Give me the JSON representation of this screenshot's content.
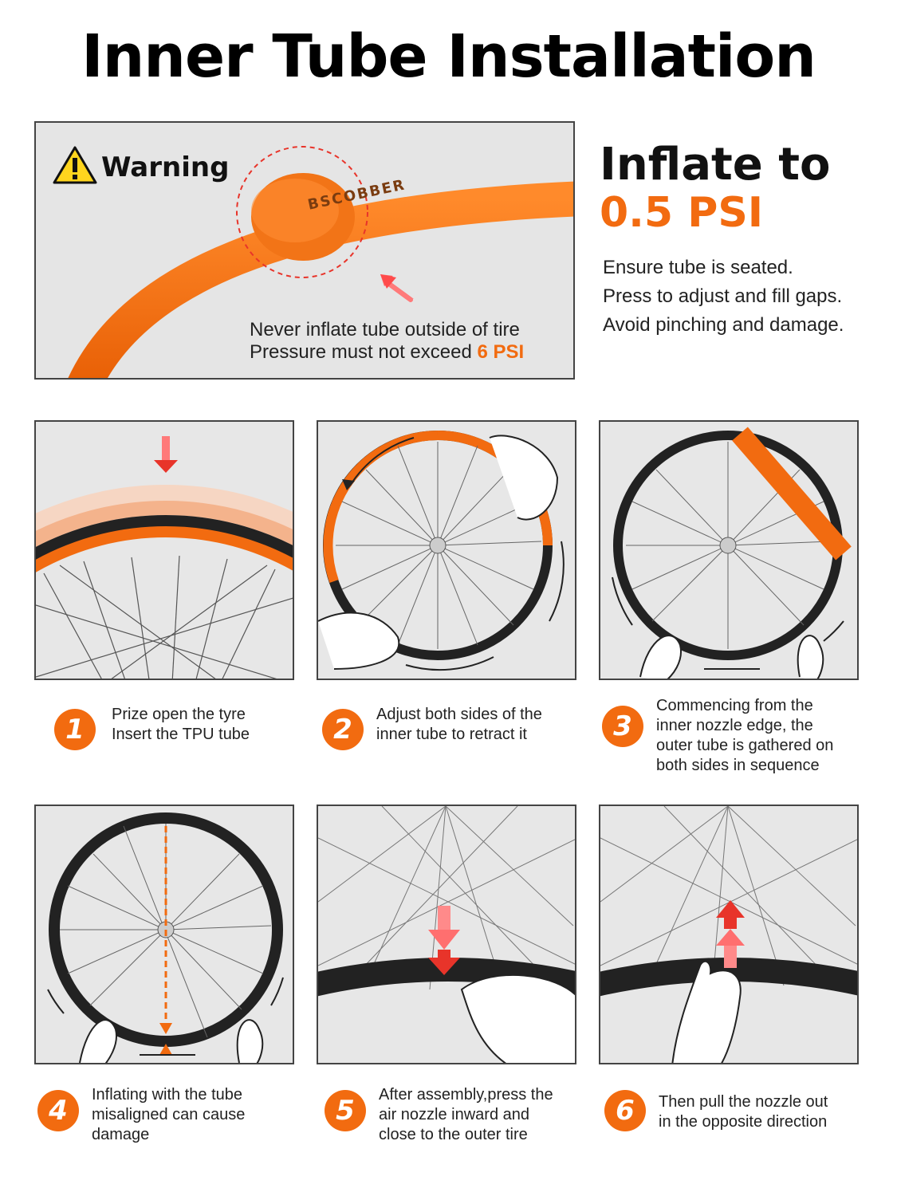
{
  "title": "Inner Tube Installation",
  "warning": {
    "label": "Warning",
    "brand_text": "BSCOBBER",
    "note_line1": "Never inflate tube outside of tire",
    "note_line2_prefix": "Pressure must not exceed ",
    "note_line2_value": "6 PSI"
  },
  "inflate": {
    "heading": "Inflate to",
    "value": "0.5 PSI",
    "instructions": [
      "Ensure tube is seated.",
      "Press to adjust and fill gaps.",
      "Avoid pinching and damage."
    ]
  },
  "steps": [
    {
      "number": "1",
      "lines": [
        "Prize open the tyre",
        "Insert the TPU tube"
      ]
    },
    {
      "number": "2",
      "lines": [
        "Adjust both sides of the",
        "inner tube to retract it"
      ]
    },
    {
      "number": "3",
      "lines": [
        "Commencing from the",
        "inner nozzle edge, the",
        "outer tube is gathered on",
        "both sides in sequence"
      ]
    },
    {
      "number": "4",
      "lines": [
        "Inflating with the tube",
        "misaligned can cause",
        "damage"
      ]
    },
    {
      "number": "5",
      "lines": [
        "After assembly,press the",
        "air nozzle inward and",
        "close to the outer tire"
      ]
    },
    {
      "number": "6",
      "lines": [
        "Then pull the nozzle out",
        "in the opposite direction"
      ]
    }
  ],
  "colors": {
    "accent": "#f26b10",
    "tire": "#222222",
    "panel_bg": "#e7e7e7",
    "arrow_red": "#e8342a"
  }
}
